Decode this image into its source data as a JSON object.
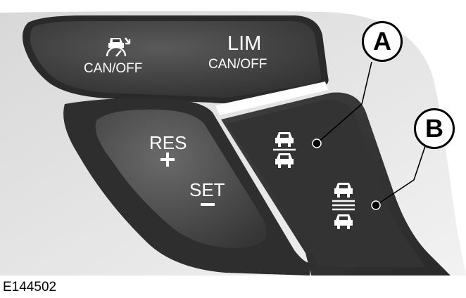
{
  "figure_code": "E144502",
  "buttons": {
    "adaptive_cancel": {
      "icon": "adaptive-cruise-gauge-icon",
      "text": "CAN/OFF"
    },
    "limiter": {
      "title": "LIM",
      "text": "CAN/OFF"
    },
    "resume_set": {
      "res": "RES",
      "plus": "+",
      "set": "SET",
      "minus": "–"
    },
    "gap_rocker": {
      "upper_icon": "gap-decrease-icon",
      "lower_icon": "gap-increase-icon"
    }
  },
  "callouts": {
    "a": "A",
    "b": "B"
  },
  "colors": {
    "panel_bg": "#dcdcdc",
    "button_dark": "#3a3a3a",
    "button_mid": "#555555",
    "text": "#ffffff"
  }
}
